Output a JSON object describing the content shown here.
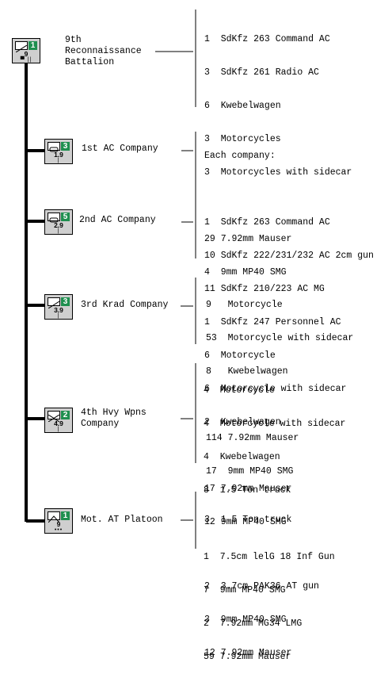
{
  "hq": {
    "label": "9th\nReconnaissance\nBattalion",
    "badge": {
      "count": "1",
      "value": "9",
      "size": "▀  ||",
      "icon": "recon-icon"
    },
    "details": [
      "1  SdKfz 263 Command AC",
      "3  SdKfz 261 Radio AC",
      "6  Kwebelwagen",
      "3  Motorcycles",
      "3  Motorcycles with sidecar",
      "",
      "29 7.92mm Mauser",
      "4  9mm MP40 SMG"
    ]
  },
  "ac_shared": {
    "heading": "Each company:",
    "details": [
      "1  SdKfz 263 Command AC",
      "10 SdKfz 222/231/232 AC 2cm gun",
      "11 SdKfz 210/223 AC MG",
      "1  SdKfz 247 Personnel AC",
      "6  Motorcycle",
      "6  Motorcycle with sidecar",
      "2  Kwebelwagen",
      "",
      "17 7.92mm Mauser",
      "12 9mm MP40 SMG"
    ]
  },
  "units": [
    {
      "label": "1st AC Company",
      "badge": {
        "count": "3",
        "value": "1.9",
        "size": "|",
        "icon": "armored-car-icon"
      }
    },
    {
      "label": "2nd AC Company",
      "badge": {
        "count": "5",
        "value": "2.9",
        "size": "|",
        "icon": "armored-car-icon"
      }
    },
    {
      "label": "3rd Krad Company",
      "badge": {
        "count": "3",
        "value": "3.9",
        "size": "|",
        "icon": "recon-icon"
      },
      "details": [
        "9   Motorcycle",
        "53  Motorcycle with sidecar",
        "8   Kwebelwagen",
        "",
        "114 7.92mm Mauser",
        "17  9mm MP40 SMG"
      ]
    },
    {
      "label": "4th Hvy Wpns\nCompany",
      "badge": {
        "count": "2",
        "value": "4.9",
        "size": "|",
        "icon": "infantry-icon"
      },
      "details": [
        "4  Motorcycle",
        "4  Motorcycle with sidecar",
        "4  Kwebelwagen",
        "8  1.5 Ton truck",
        "",
        "1  7.5cm lelG 18 Inf Gun",
        "7  9mm MP40 SMG",
        "2  7.92mm MG34 LMG",
        "59 7.92mm Mauser"
      ]
    },
    {
      "label": "Mot. AT Platoon",
      "badge": {
        "count": "1",
        "value": "9",
        "size": "•••",
        "icon": "anti-tank-icon"
      },
      "details": [
        "3  1.5 Ton truck",
        "",
        "2  3.7cm PAK36 AT gun",
        "3  9mm MP40 SMG",
        "12 7.92mm Mauser"
      ]
    }
  ],
  "colors": {
    "badge_bg": "#cfcfcf",
    "count_bg": "#1f8f4f",
    "line": "#000000"
  }
}
